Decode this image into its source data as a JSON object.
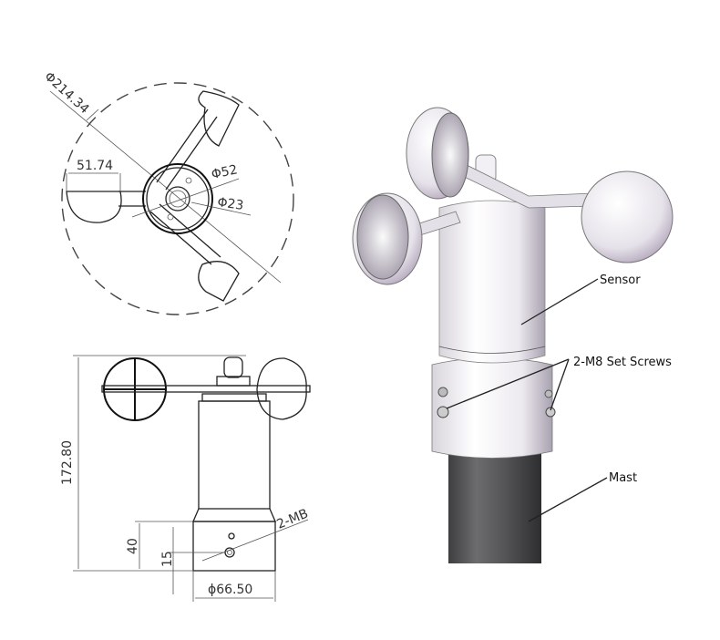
{
  "top_view": {
    "outer_diameter": "Φ214.34",
    "cup_width": "51.74",
    "hub_diameter": "Φ52",
    "center_diameter": "Φ23"
  },
  "side_view": {
    "total_height": "172.80",
    "base_height": "40",
    "screw_height": "15",
    "base_diameter": "ϕ66.50",
    "screw_label": "2-MB"
  },
  "render_view": {
    "callouts": [
      {
        "id": "sensor",
        "label": "Sensor"
      },
      {
        "id": "set-screws",
        "label": "2-M8 Set Screws"
      },
      {
        "id": "mast",
        "label": "Mast"
      }
    ]
  }
}
